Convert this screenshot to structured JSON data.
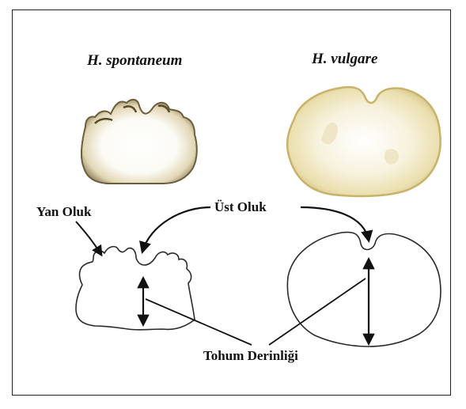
{
  "species": {
    "left": "H. spontaneum",
    "right": "H. vulgare"
  },
  "labels": {
    "lateral_groove": "Yan Oluk",
    "dorsal_groove": "Üst Oluk",
    "seed_depth": "Tohum Derinliği"
  },
  "colors": {
    "outline": "#2a2a2a",
    "seed_fill": "#fbf8ee",
    "seed_edge_spontaneum": "#8a7a55",
    "seed_edge_vulgare": "#d9c68a"
  }
}
